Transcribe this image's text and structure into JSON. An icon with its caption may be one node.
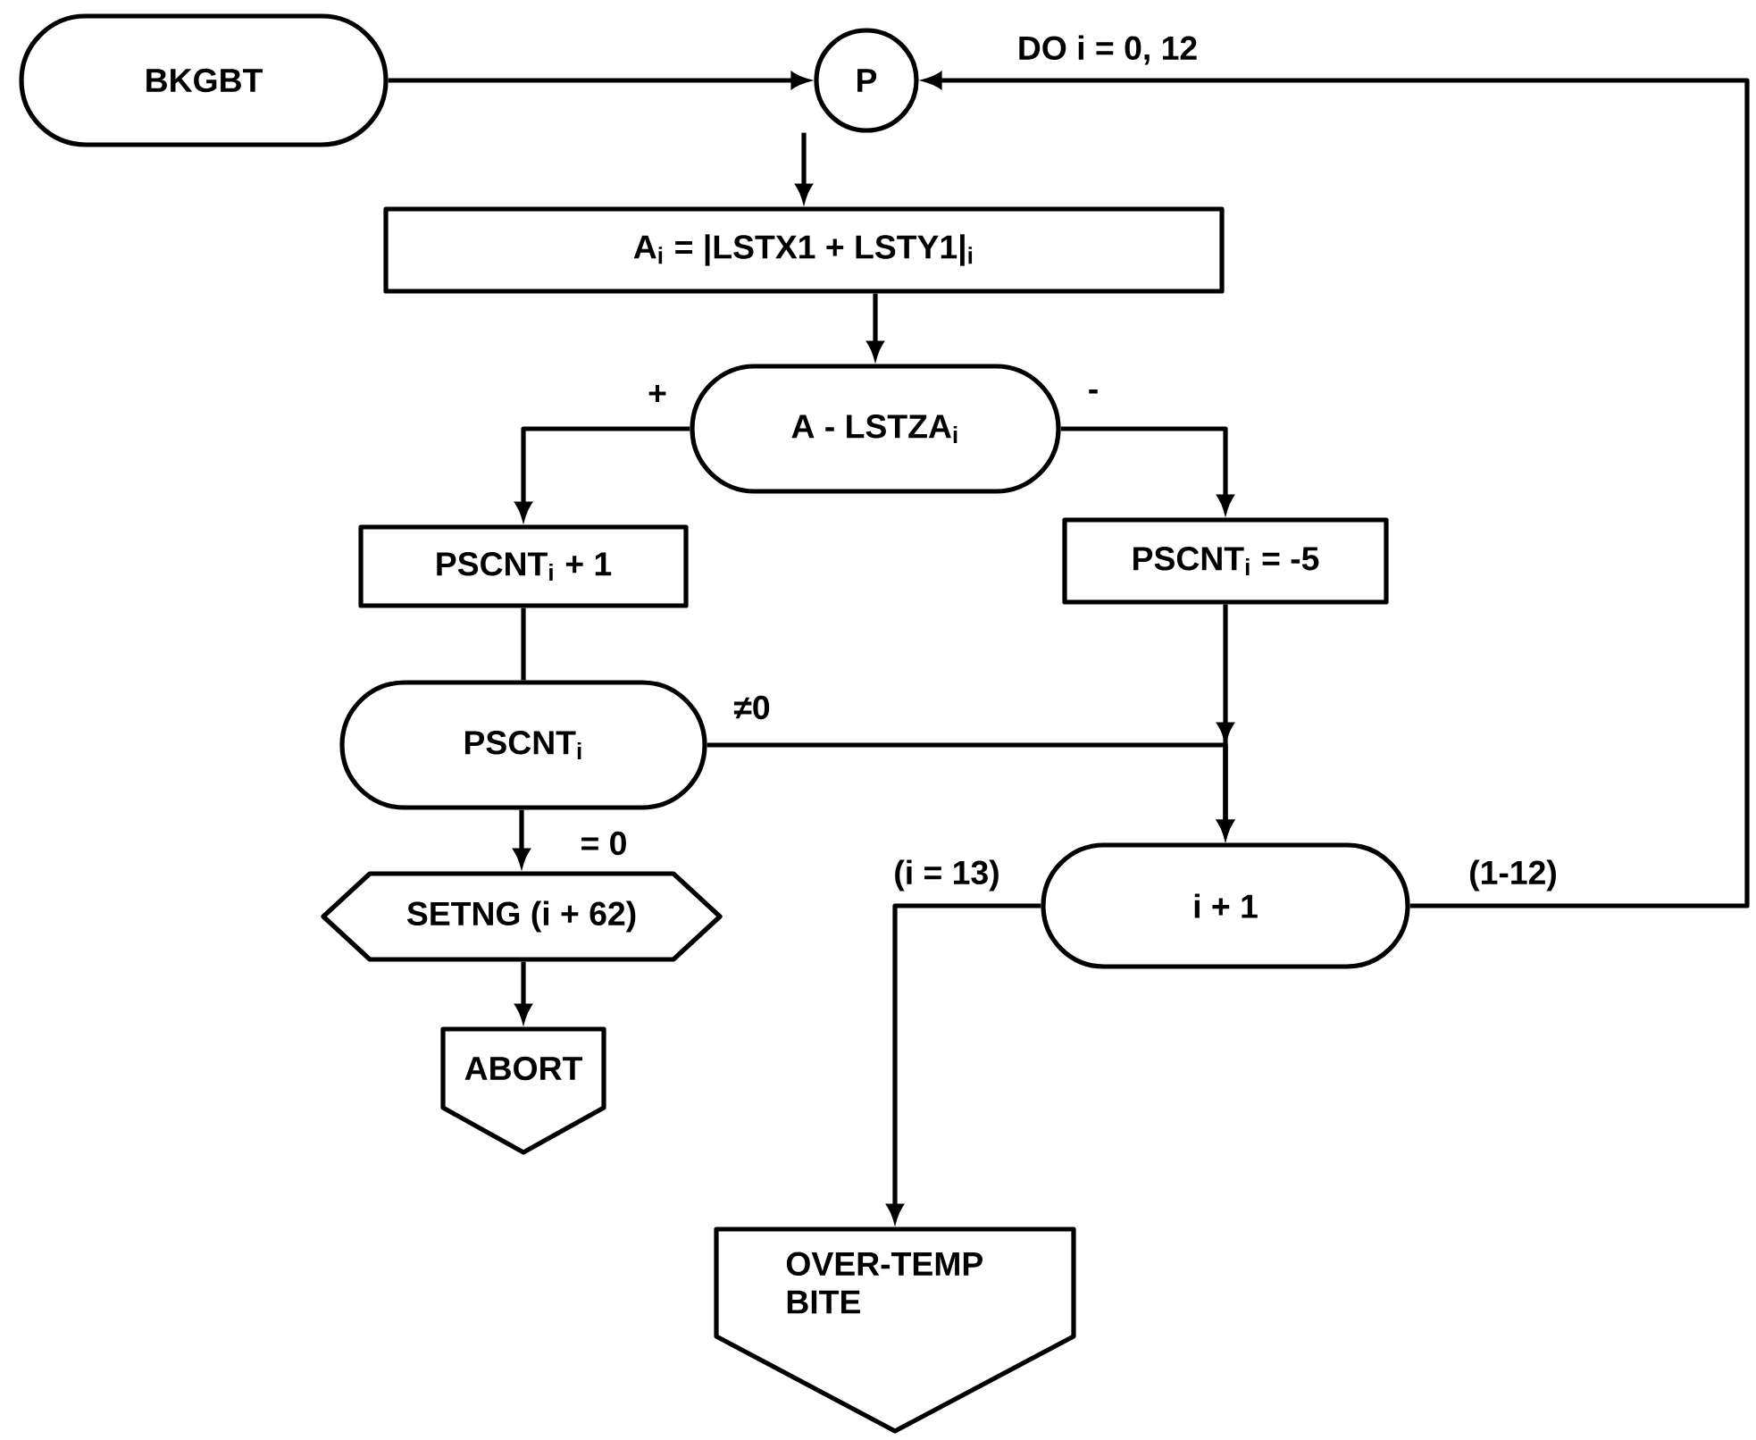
{
  "diagram": {
    "nodes": [
      {
        "text": [
          "BKGBT"
        ]
      },
      {
        "text": [
          "P"
        ],
        "beside": [
          "DO  i = 0, 12"
        ]
      },
      {
        "text": [
          "A$_{i}$ =  |LSTX1 + LSTY1|$_{i}$"
        ]
      },
      {
        "text": [
          "A - LSTZA$_{i}$"
        ]
      },
      {
        "text": [
          "PSCNT$_{i}$ + 1"
        ]
      },
      {
        "text": [
          "PSCNT$_{i}$ = -5"
        ]
      },
      {
        "text": [
          "PSCNT$_{i}$"
        ]
      },
      {
        "text": [
          "SETNG (i + 62)"
        ]
      },
      {
        "text": [
          "ABORT"
        ]
      },
      {
        "text": [
          "i + 1"
        ]
      },
      {
        "text": [
          "OVER-TEMP BITE"
        ]
      }
    ],
    "edges": [
      {
        "from": 0,
        "to": 1,
        "arrow": "to"
      },
      {
        "from": 9,
        "to": 1,
        "arrow": "to",
        "label": "(1-12)"
      },
      {
        "from": 1,
        "to": 2,
        "arrow": "to"
      },
      {
        "from": 2,
        "to": 3,
        "arrow": "to"
      },
      {
        "from": 3,
        "to": 4,
        "arrow": "to",
        "label": "+"
      },
      {
        "from": 3,
        "to": 5,
        "arrow": "to",
        "label": "-"
      },
      {
        "from": 4,
        "to": 6,
        "arrow": "none"
      },
      {
        "from": 6,
        "to": 9,
        "arrow": "to",
        "label": "≠0"
      },
      {
        "from": 5,
        "to": 9,
        "arrow": "to"
      },
      {
        "from": 6,
        "to": 7,
        "arrow": "to",
        "label": "= 0"
      },
      {
        "from": 7,
        "to": 8,
        "arrow": "to"
      },
      {
        "from": 9,
        "to": 10,
        "arrow": "to",
        "label": "(i = 13)"
      }
    ]
  }
}
